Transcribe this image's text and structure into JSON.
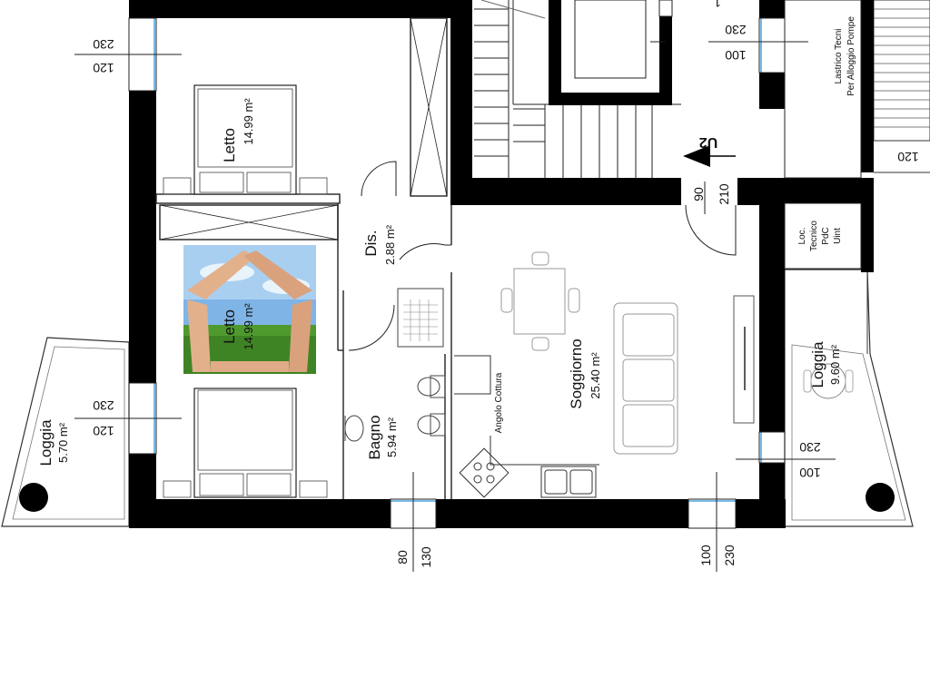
{
  "rooms": {
    "letto_top": {
      "name": "Letto",
      "area": "14.99 m²"
    },
    "letto_mid": {
      "name": "Letto",
      "area": "14.99 m²"
    },
    "dis": {
      "name": "Dis.",
      "area": "2.88 m²"
    },
    "bagno": {
      "name": "Bagno",
      "area": "5.94 m²"
    },
    "soggiorno": {
      "name": "Soggiorno",
      "area": "25.40 m²"
    },
    "angolo": {
      "name": "Angolo Cottura"
    },
    "loggia_left": {
      "name": "Loggia",
      "area": "5.70 m²"
    },
    "loggia_right": {
      "name": "Loggia",
      "area": "9.60 m²"
    },
    "loc_tecnico": {
      "lines": [
        "Loc.",
        "Tecnico",
        "PdC",
        "Uint"
      ]
    },
    "lastrico": {
      "lines": [
        "Lastrico Tecni",
        "Per Alloggio Pompe"
      ]
    }
  },
  "stair_marker": "U2",
  "dimensions": {
    "top_left": [
      "230",
      "120"
    ],
    "mid_left": [
      "230",
      "120"
    ],
    "top_right": [
      "230",
      "100"
    ],
    "right_mid": [
      "230",
      "100"
    ],
    "door_90_210": [
      "90",
      "210"
    ],
    "bottom_80_130": [
      "80",
      "130"
    ],
    "bottom_100_230": [
      "100",
      "230"
    ],
    "far_right": "120",
    "top_partial": "1"
  }
}
